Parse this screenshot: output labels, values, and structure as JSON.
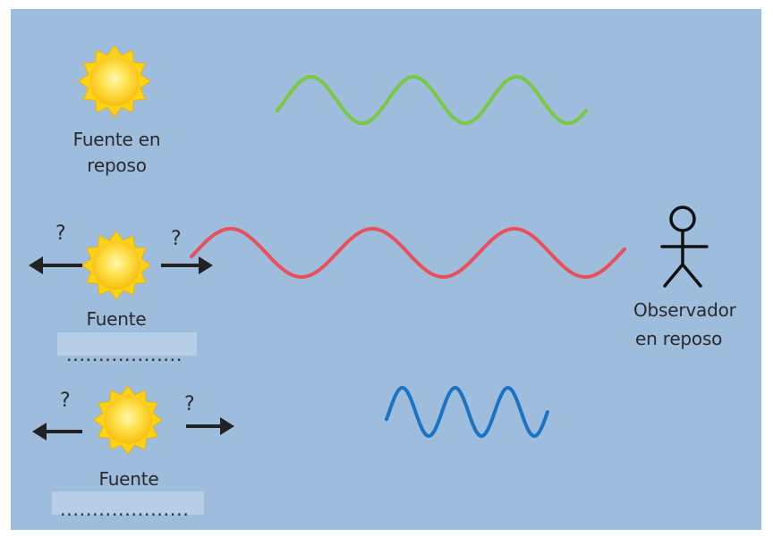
{
  "labels": {
    "rest_source_line1": "Fuente en",
    "rest_source_line2": "reposo",
    "source_middle": "Fuente",
    "source_bottom": "Fuente",
    "observer_line1": "Observador",
    "observer_line2": "en reposo",
    "question": "?",
    "dots_middle": "..................",
    "dots_bottom": "...................."
  },
  "colors": {
    "background": "#9ebddd",
    "sun": "#ffd21a",
    "wave_green": "#7ac943",
    "wave_red": "#e8505b",
    "wave_blue": "#1a74c6",
    "arrow": "#222222"
  },
  "icons": [
    "sun-icon",
    "arrow-left-icon",
    "arrow-right-icon",
    "stick-figure-icon"
  ]
}
